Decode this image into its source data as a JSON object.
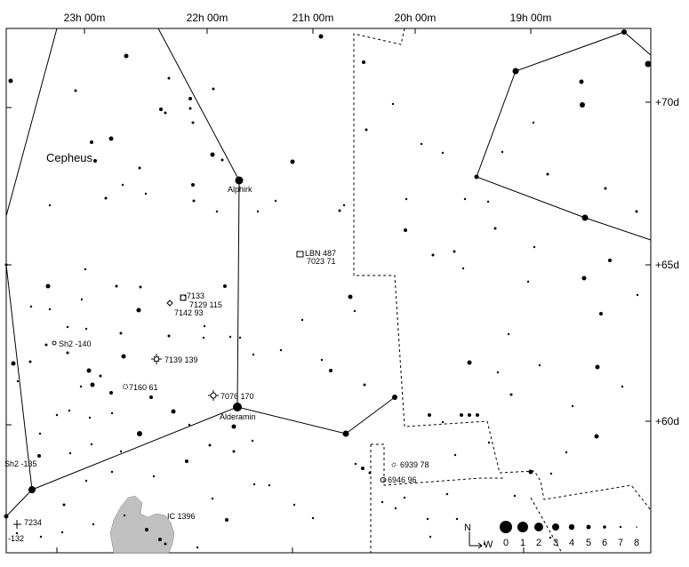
{
  "ra_labels": [
    "23h 00m",
    "22h 00m",
    "21h 00m",
    "20h 00m",
    "19h 00m"
  ],
  "dec_labels": [
    "+70d",
    "+65d",
    "+60d"
  ],
  "constellation_label": "Cepheus",
  "star_names": [
    "Alphirk",
    "Alderamin"
  ],
  "objects": [
    {
      "label": "LBN 487",
      "type": "nebula"
    },
    {
      "label": "7023  71",
      "type": "text"
    },
    {
      "label": "7133",
      "type": "cluster"
    },
    {
      "label": "7129  115",
      "type": "text"
    },
    {
      "label": "7142  93",
      "type": "cluster"
    },
    {
      "label": "Sh2 -140",
      "type": "nebula"
    },
    {
      "label": "7139  139",
      "type": "planetary"
    },
    {
      "label": "7160  61",
      "type": "cluster"
    },
    {
      "label": "7076  170",
      "type": "planetary"
    },
    {
      "label": "Sh2 -135",
      "type": "text"
    },
    {
      "label": "IC 1396",
      "type": "nebula"
    },
    {
      "label": "7234",
      "type": "cluster"
    },
    {
      "label": "-132",
      "type": "text"
    },
    {
      "label": "6939  78",
      "type": "cluster"
    },
    {
      "label": "6946  96",
      "type": "galaxy"
    }
  ],
  "compass": {
    "north": "N",
    "west": "W"
  },
  "magnitude_scale": [
    "0",
    "1",
    "2",
    "3",
    "4",
    "5",
    "6",
    "7",
    "8"
  ],
  "colors": {
    "nebula_fill": "#c0c0c0",
    "ink": "#000000"
  }
}
